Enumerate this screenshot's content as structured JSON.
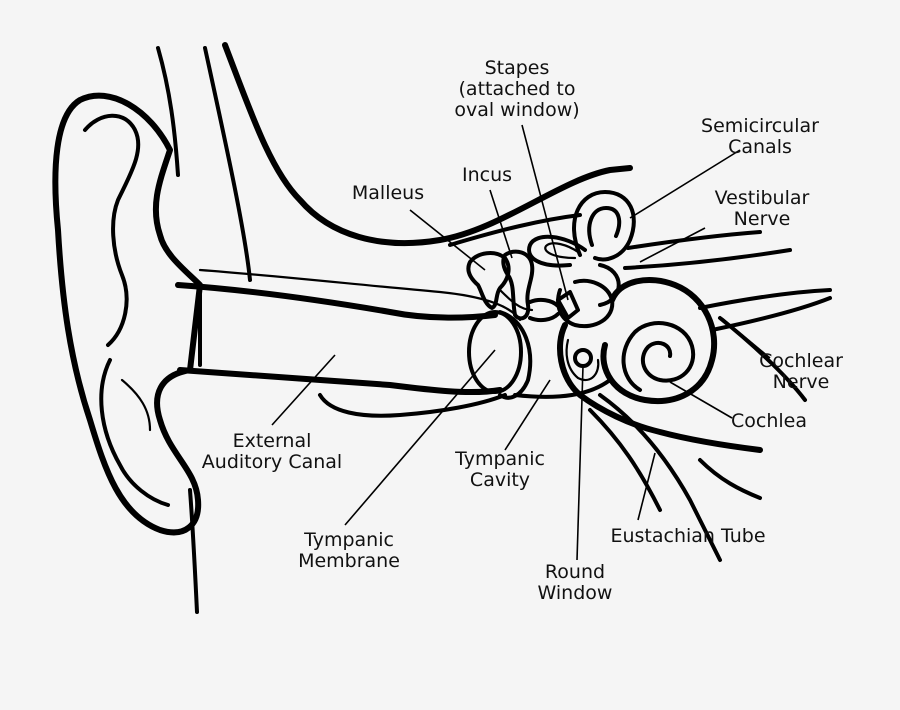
{
  "diagram": {
    "labels": {
      "stapes": "Stapes\n(attached to\noval window)",
      "semicircular_canals": "Semicircular\nCanals",
      "incus": "Incus",
      "malleus": "Malleus",
      "vestibular_nerve": "Vestibular\nNerve",
      "cochlear_nerve": "Cochlear\nNerve",
      "cochlea": "Cochlea",
      "external_auditory_canal": "External\nAuditory Canal",
      "tympanic_cavity": "Tympanic\nCavity",
      "eustachian_tube": "Eustachian Tube",
      "tympanic_membrane": "Tympanic\nMembrane",
      "round_window": "Round\nWindow"
    }
  }
}
